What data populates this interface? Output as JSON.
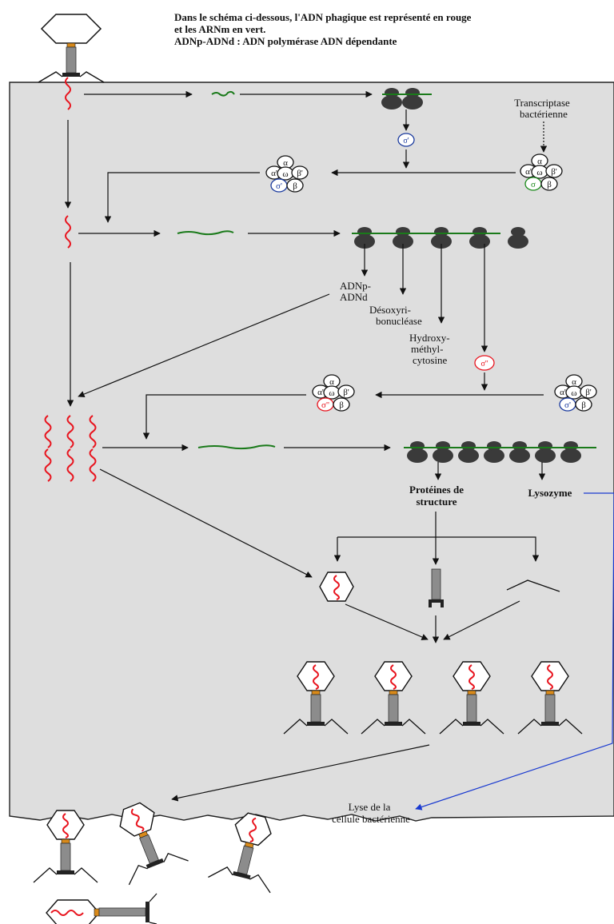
{
  "header": {
    "line1": "Dans le schéma ci-dessous, l'ADN phagique est représenté en rouge",
    "line2": "et les ARNm en vert.",
    "line3": "ADNp-ADNd : ADN polymérase ADN dépendante"
  },
  "labels": {
    "transcriptase_1": "Transcriptase",
    "transcriptase_2": "bactérienne",
    "adnp_1": "ADNp-",
    "adnp_2": "ADNd",
    "desoxy_1": "Désoxyri-",
    "desoxy_2": "bonucléase",
    "hydroxy_1": "Hydroxy-",
    "hydroxy_2": "méthyl-",
    "hydroxy_3": "cytosine",
    "proteines_1": "Protéines de",
    "proteines_2": "structure",
    "lysozyme": "Lysozyme",
    "lyse_1": "Lyse de la",
    "lyse_2": "cellule bactérienne"
  },
  "symbols": {
    "alpha": "α",
    "alpha_prime": "α'",
    "omega": "ω",
    "beta": "β",
    "beta_prime": "β'",
    "sigma": "σ",
    "sigma_prime": "σ'",
    "sigma_dprime": "σ''"
  },
  "colors": {
    "phage_dna": "#e8141e",
    "mrna": "#1a7a1a",
    "sigma_prime": "#1a3a9e",
    "sigma_host": "#1a8a1a",
    "sigma_dprime": "#e8141e",
    "lysozyme_path": "#1a3ad0",
    "cell": "#dedede"
  },
  "icons": [
    "phage-icon",
    "ribosome-icon",
    "rna-polymerase-icon",
    "capsid-icon",
    "tail-icon",
    "tail-fiber-icon"
  ]
}
